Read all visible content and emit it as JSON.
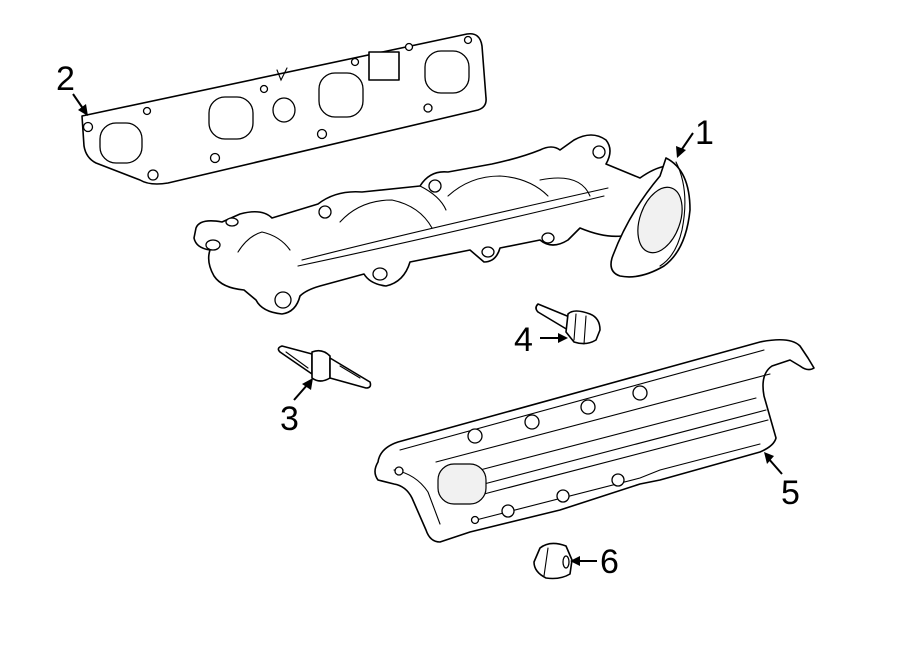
{
  "callouts": [
    {
      "id": "1",
      "label": "1"
    },
    {
      "id": "2",
      "label": "2"
    },
    {
      "id": "3",
      "label": "3"
    },
    {
      "id": "4",
      "label": "4"
    },
    {
      "id": "5",
      "label": "5"
    },
    {
      "id": "6",
      "label": "6"
    }
  ],
  "colors": {
    "line": "#000000",
    "background": "#ffffff",
    "fill_shade": "#f1f1f1"
  }
}
